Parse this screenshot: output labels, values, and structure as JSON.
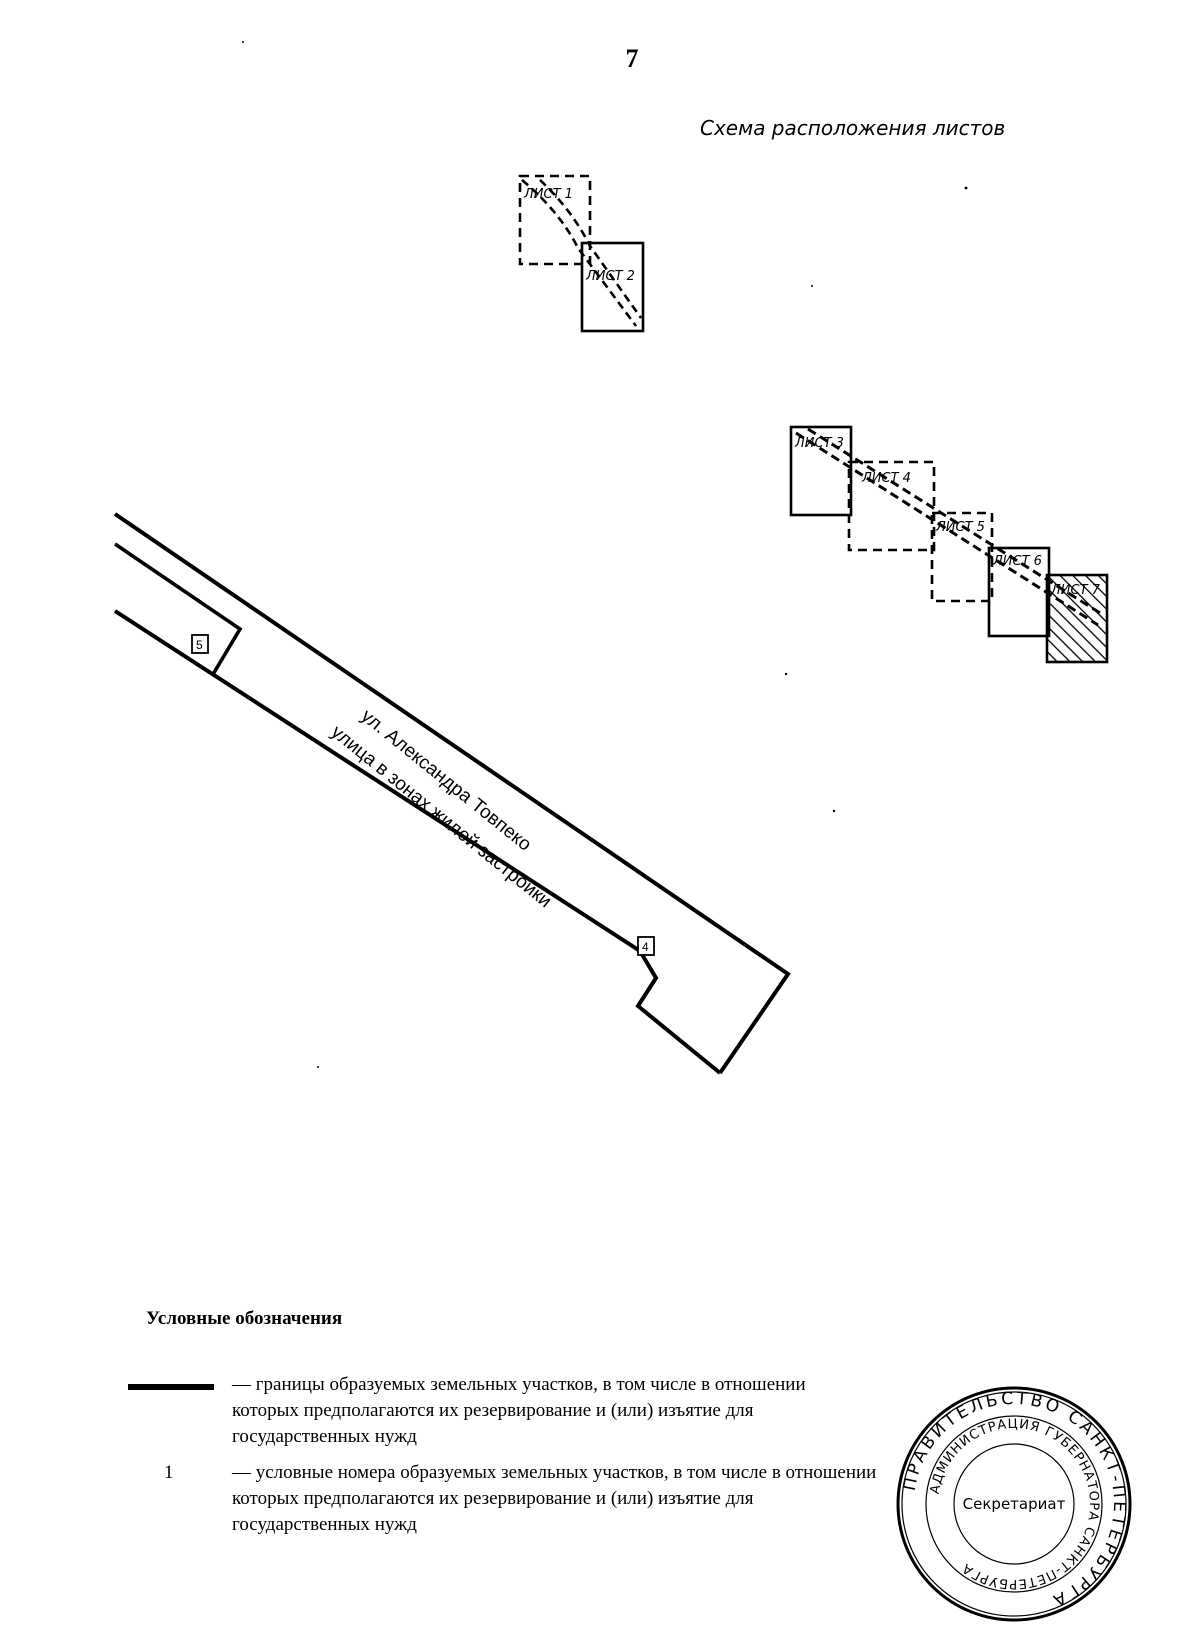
{
  "page": {
    "number": "7",
    "scheme_title": "Схема расположения листов"
  },
  "sheets": [
    {
      "label": "ЛИСТ 1"
    },
    {
      "label": "ЛИСТ 2"
    },
    {
      "label": "ЛИСТ 3"
    },
    {
      "label": "ЛИСТ 4"
    },
    {
      "label": "ЛИСТ 5"
    },
    {
      "label": "ЛИСТ 6"
    },
    {
      "label": "ЛИСТ 7"
    }
  ],
  "map": {
    "street_name": "ул. Александра Товпеко",
    "street_type": "улица в зонах жилой застройки",
    "parcels": [
      {
        "number": "5"
      },
      {
        "number": "4"
      }
    ]
  },
  "legend": {
    "title": "Условные обозначения",
    "items": [
      {
        "symbol": "",
        "lines": [
          "— границы образуемых земельных участков, в том числе в отношении",
          "которых предполагаются их резервирование и (или) изъятие для",
          "государственных нужд"
        ]
      },
      {
        "symbol": "1",
        "lines": [
          "— условные номера образуемых земельных участков, в том числе в отношении",
          "которых предполагаются их резервирование и (или) изъятие для",
          "государственных нужд"
        ]
      }
    ]
  },
  "stamp": {
    "outer_text": "ПРАВИТЕЛЬСТВО САНКТ-ПЕТЕРБУРГА",
    "inner_text": "АДМИНИСТРАЦИЯ ГУБЕРНАТОРА САНКТ-ПЕТЕРБУРГА",
    "center_text": "Секретариат"
  }
}
